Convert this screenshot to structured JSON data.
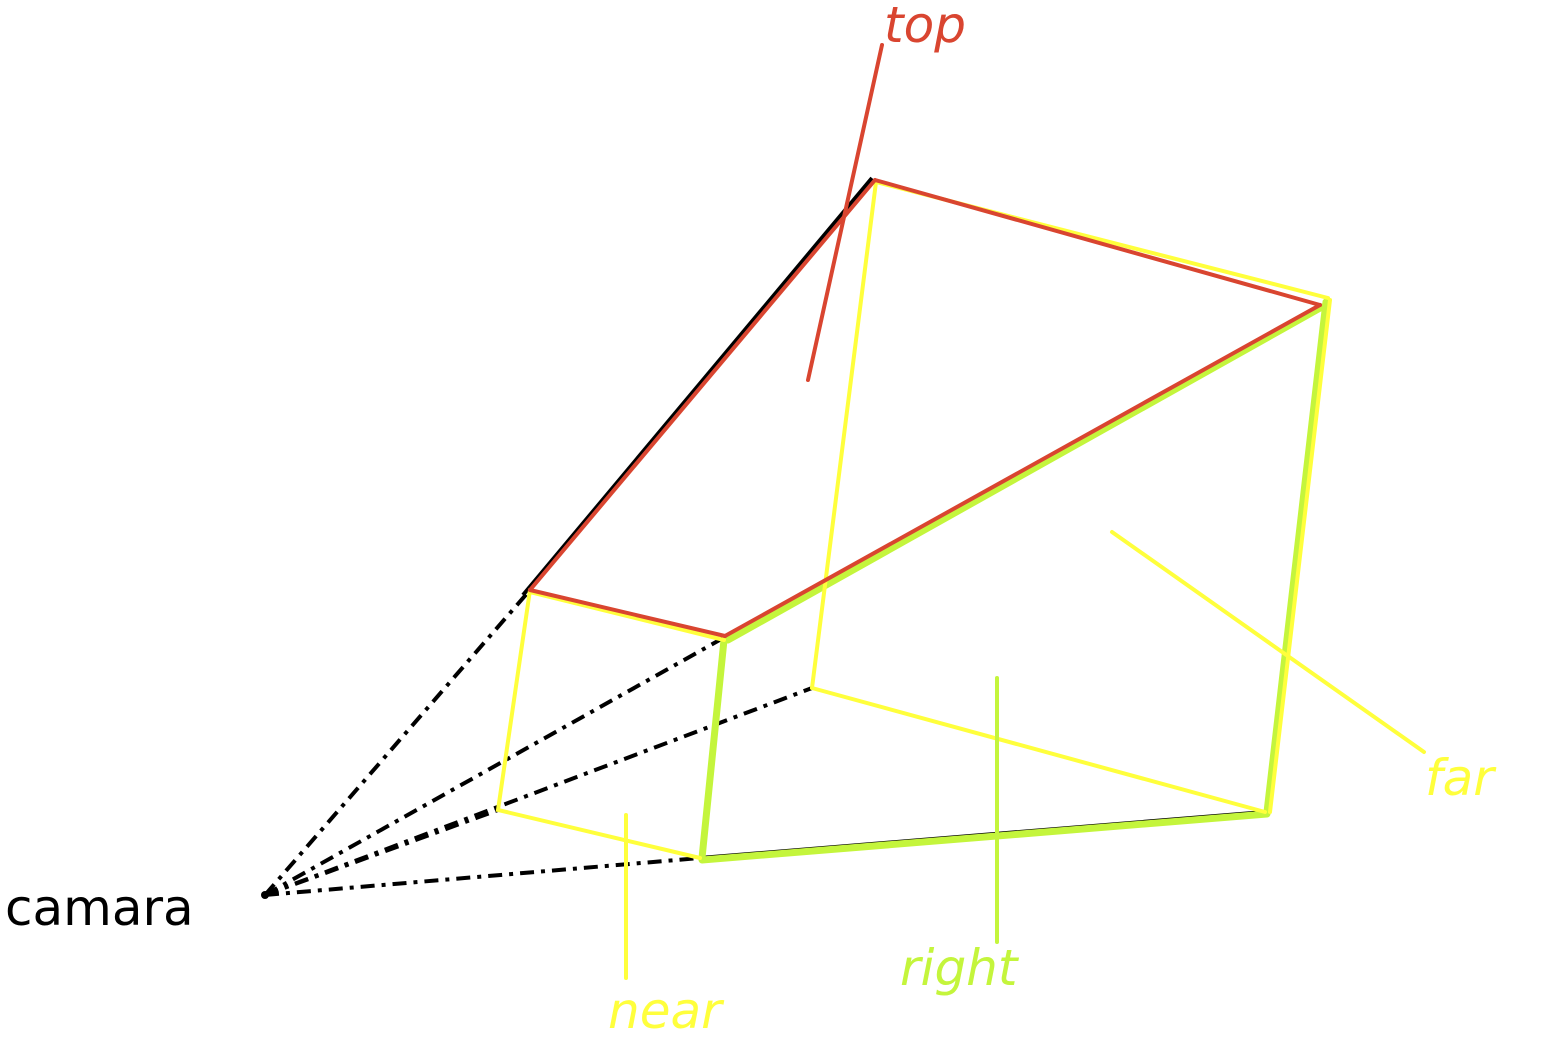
{
  "labels": {
    "camera": "camara",
    "top": "top",
    "near": "near",
    "right": "right",
    "far": "far"
  },
  "colors": {
    "background": "#ffffff",
    "camera_lines": "#000000",
    "top_plane": "#d94530",
    "near_far_planes": "#ffff3c",
    "right_plane": "#c4f53c"
  }
}
